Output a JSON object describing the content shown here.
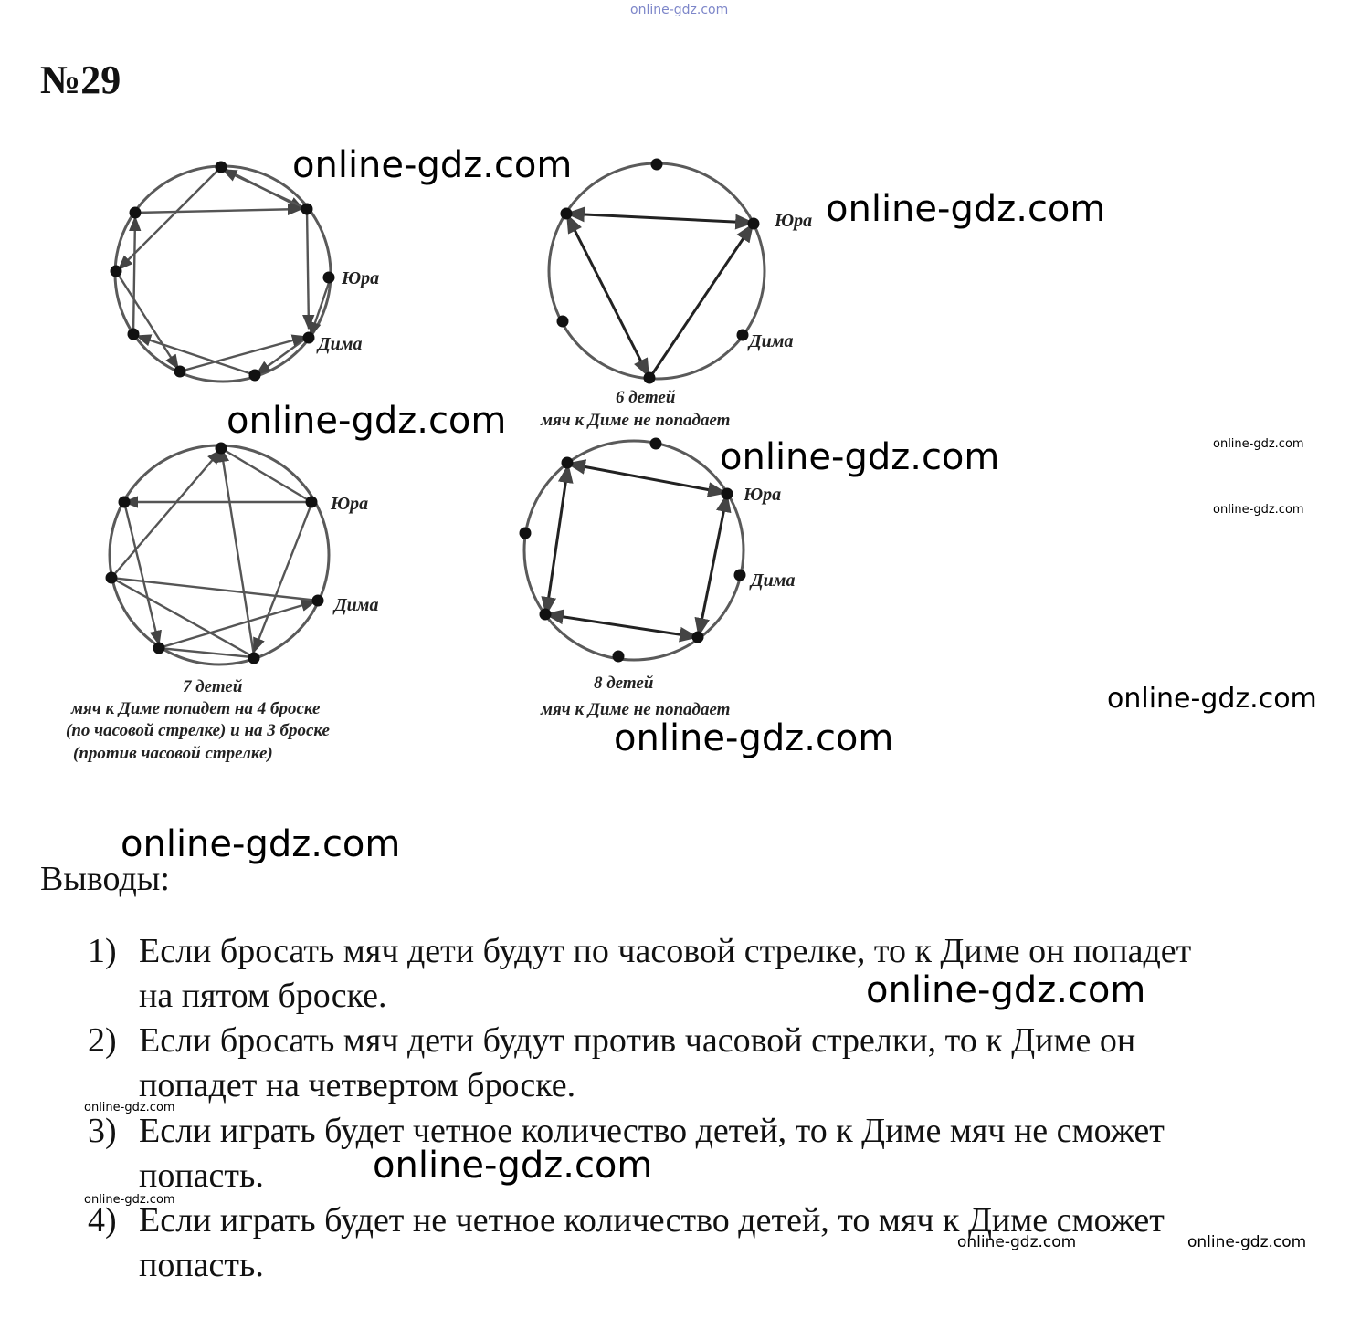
{
  "header": {
    "site": "online-gdz.com",
    "problem_number": "№29"
  },
  "watermarks": {
    "text": "online-gdz.com"
  },
  "diagrams": [
    {
      "id": "nine-children",
      "labels": [
        "Юра",
        "Дима"
      ],
      "caption": []
    },
    {
      "id": "six-children",
      "labels": [
        "Юра",
        "Дима"
      ],
      "caption": [
        "6 детей",
        "мяч к Диме не попадает"
      ]
    },
    {
      "id": "seven-children",
      "labels": [
        "Юра",
        "Дима"
      ],
      "caption": [
        "7 детей",
        "мяч к Диме попадет на 4 броске",
        "(по часовой стрелке) и на 3 броске",
        "(против часовой стрелке)"
      ]
    },
    {
      "id": "eight-children",
      "labels": [
        "Юра",
        "Дима"
      ],
      "caption": [
        "8 детей",
        "мяч к Диме не попадает"
      ]
    }
  ],
  "conclusions": {
    "title": "Выводы:",
    "items": [
      {
        "num": "1)",
        "lines": [
          "Если бросать мяч дети будут по часовой стрелке, то к Диме он попадет",
          "на пятом броске."
        ]
      },
      {
        "num": "2)",
        "lines": [
          "Если бросать мяч дети будут против часовой стрелки, то к Диме он",
          "попадет на четвертом броске."
        ]
      },
      {
        "num": "3)",
        "lines": [
          "Если играть будет четное количество детей, то к Диме мяч не сможет",
          "попасть."
        ]
      },
      {
        "num": "4)",
        "lines": [
          "Если играть будет не четное количество детей, то мяч к Диме сможет",
          "попасть."
        ]
      }
    ]
  }
}
